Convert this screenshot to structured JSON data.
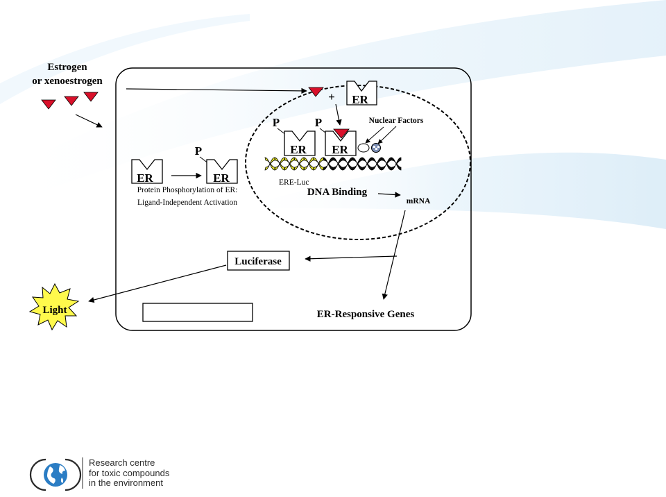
{
  "estrogen": {
    "line1": "Estrogen",
    "line2": "or xenoestrogen"
  },
  "receptor_label": "ER",
  "phospho_label": "P",
  "plus_sign": "+",
  "phosphorylation": {
    "line1": "Protein Phosphorylation of ER:",
    "line2": "Ligand-Independent Activation"
  },
  "nuclear_factors": "Nuclear Factors",
  "ere_luc": "ERE-Luc",
  "dna_binding": "DNA Binding",
  "mrna": "mRNA",
  "luciferase": "Luciferase",
  "light": "Light",
  "er_responsive_genes": "ER-Responsive Genes",
  "logo": {
    "line1": "Research centre",
    "line2": "for toxic compounds",
    "line3": "in the environment"
  },
  "colors": {
    "ligand": "#d9102a",
    "light_burst": "#fff94c",
    "dna_yellow": "#e6e629",
    "logo_blue": "#2b7dc4",
    "background_swoosh": "#dceef8"
  }
}
